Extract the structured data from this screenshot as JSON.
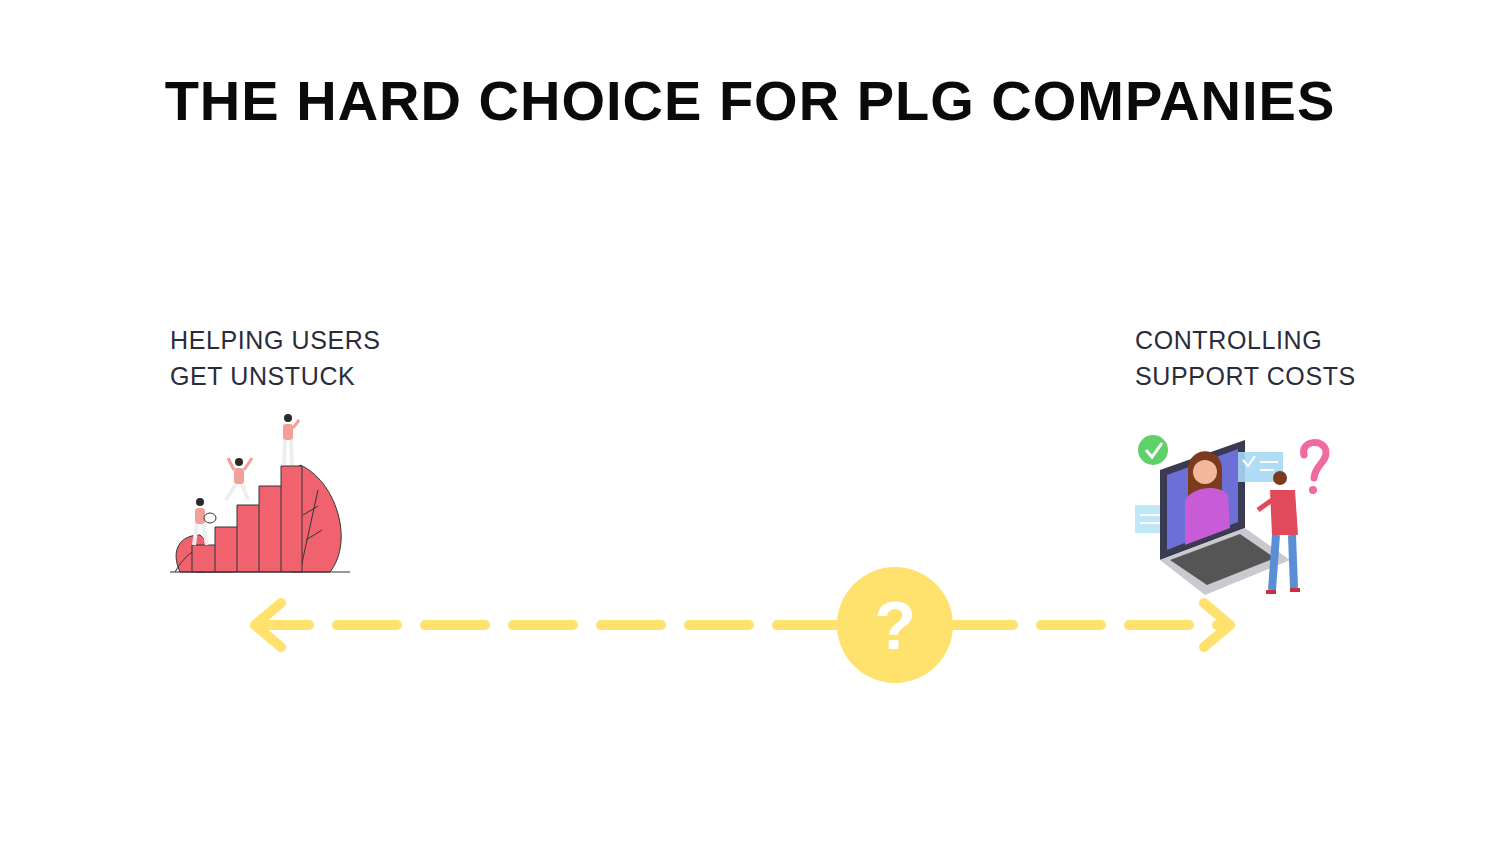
{
  "diagram": {
    "title": "THE HARD CHOICE FOR PLG COMPANIES",
    "nodes": [
      {
        "text": [
          "HELPING USERS GET UNSTUCK"
        ]
      },
      {
        "text": [
          "?"
        ]
      },
      {
        "text": [
          "CONTROLLING SUPPORT COSTS"
        ]
      }
    ],
    "edges": [
      {
        "from": 1,
        "to": 0,
        "arrow": "to"
      },
      {
        "from": 1,
        "to": 2,
        "arrow": "to"
      }
    ]
  }
}
